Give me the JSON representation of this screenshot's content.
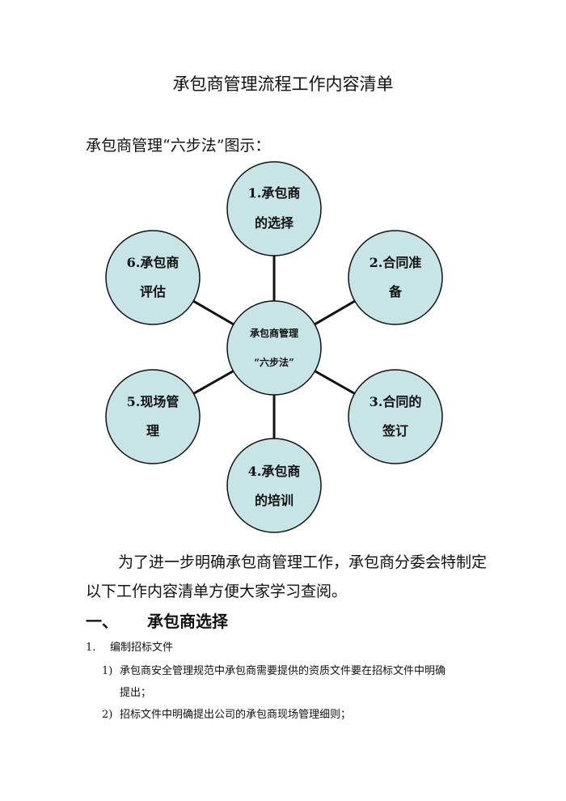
{
  "title": "承包商管理流程工作内容清单",
  "subtitle": "承包商管理“六步法”图示：",
  "diagram": {
    "fill_color": "#c7e4e6",
    "center": [
      "承包商管理",
      "“六步法”"
    ],
    "steps": [
      [
        "1.承包商",
        "的选择"
      ],
      [
        "2.合同准",
        "备"
      ],
      [
        "3.合同的",
        "签订"
      ],
      [
        "4.承包商",
        "的培训"
      ],
      [
        "5.现场管",
        "理"
      ],
      [
        "6.承包商",
        "评估"
      ]
    ]
  },
  "intro": [
    "为了进一步明确承包商管理工作，承包商分委会特制定",
    "以下工作内容清单方便大家学习查阅。"
  ],
  "section1": {
    "num": "一、",
    "title": "承包商选择"
  },
  "item1": {
    "num": "1.",
    "title": "编制招标文件",
    "subs": [
      {
        "num": "1)",
        "text": "承包商安全管理规范中承包商需要提供的资质文件要在招标文件中明确",
        "cont": "提出；"
      },
      {
        "num": "2)",
        "text": "招标文件中明确提出公司的承包商现场管理细则；"
      }
    ]
  }
}
